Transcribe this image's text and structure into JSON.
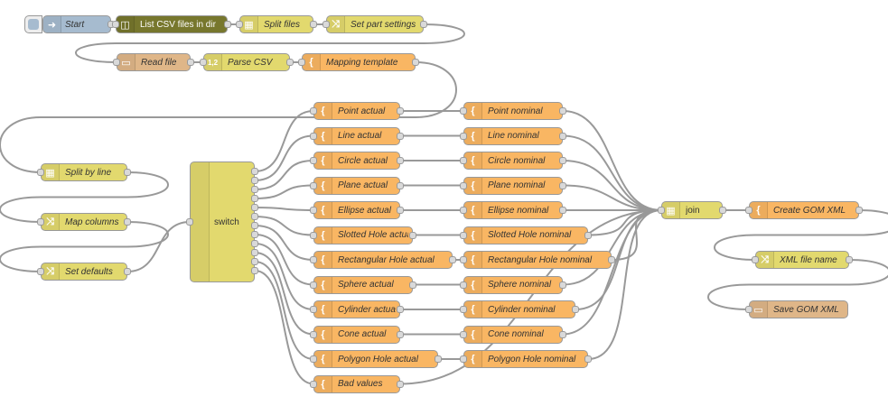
{
  "flow": {
    "nodes": {
      "start": "Start",
      "list_csv": "List CSV files in dir",
      "split_files": "Split files",
      "set_part_settings": "Set part settings",
      "read_file": "Read file",
      "parse_csv": "Parse CSV",
      "mapping_template": "Mapping template",
      "split_by_line": "Split by line",
      "map_columns": "Map columns",
      "set_defaults": "Set defaults",
      "switch": "switch",
      "join": "join",
      "create_gom_xml": "Create GOM XML",
      "xml_file_name": "XML file name",
      "save_gom_xml": "Save GOM XML"
    },
    "actual": [
      "Point actual",
      "Line actual",
      "Circle actual",
      "Plane actual",
      "Ellipse actual",
      "Slotted Hole actual",
      "Rectangular Hole actual",
      "Sphere actual",
      "Cylinder actual",
      "Cone actual",
      "Polygon Hole actual",
      "Bad values"
    ],
    "nominal": [
      "Point nominal",
      "Line nominal",
      "Circle nominal",
      "Plane nominal",
      "Ellipse nominal",
      "Slotted Hole nominal",
      "Rectangular Hole nominal",
      "Sphere nominal",
      "Cylinder nominal",
      "Cone nominal",
      "Polygon Hole nominal"
    ]
  },
  "icons": {
    "inject": "arrow-in-icon",
    "dir": "database-icon",
    "split": "split-icon",
    "change": "shuffle-icon",
    "file": "file-icon",
    "csv": "csv-icon",
    "function": "function-icon",
    "switch": "switch-icon",
    "join": "join-icon"
  },
  "colors": {
    "function": "#f9b663",
    "change": "#e2d96e",
    "inject": "#a6bbcf",
    "file": "#dfb688",
    "dir": "#77772d",
    "wire": "#999999"
  }
}
